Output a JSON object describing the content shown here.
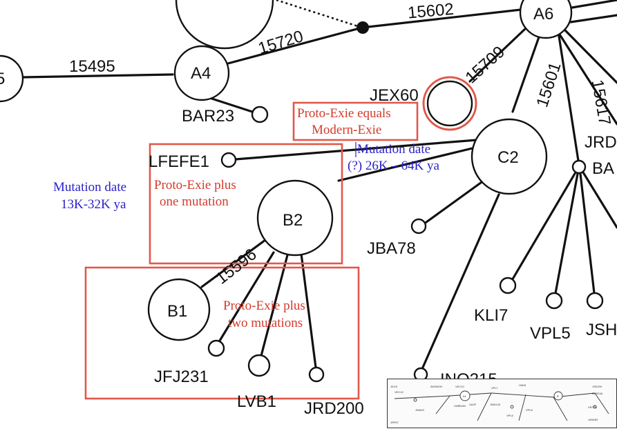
{
  "nodes": {
    "node_5": "5",
    "a4": "A4",
    "a6": "A6",
    "c2": "C2",
    "b2": "B2",
    "b1": "B1",
    "bar23": "BAR23",
    "jex60": "JEX60",
    "lfefe1": "LFEFE1",
    "jba78": "JBA78",
    "jrd": "JRD",
    "ba": "BA",
    "kli7": "KLI7",
    "vpl5": "VPL5",
    "jsh": "JSH",
    "ino215": "INO215",
    "jfj231": "JFJ231",
    "lvb1": "LVB1",
    "jrd200": "JRD200"
  },
  "edge_labels": {
    "e15602": "15602",
    "e15720": "15720",
    "e15495": "15495",
    "e15709": "15709",
    "e15601": "15601",
    "e15617": "15617",
    "e15596": "15596"
  },
  "annotations": {
    "proto_equals_line1": "Proto-Exie equals",
    "proto_equals_line2": "Modern-Exie",
    "mutation_date_right_line1": "Mutation date",
    "mutation_date_right_line2": "(?) 26K – 64K ya",
    "mutation_date_left_line1": "Mutation date",
    "mutation_date_left_line2": "13K-32K ya",
    "one_mutation_line1": "Proto-Exie plus",
    "one_mutation_line2": "one mutation",
    "two_mutations_line1": "Proto-Exie plus",
    "two_mutations_line2": "two mutations"
  },
  "colors": {
    "highlight_red": "#e0584a",
    "annotation_red": "#d33a2c",
    "annotation_blue": "#2b22c8"
  },
  "inset": {
    "labels": [
      "JKO3",
      "VEC10",
      "IMOMON",
      "VEC10",
      "LWBDAN",
      "VPL7",
      "VAN3",
      "JSE299",
      "BAR24A",
      "VEC26",
      "JAN063",
      "JRP67",
      "UAJP",
      "JWA126",
      "VPL6",
      "VPL8",
      "JWA33",
      "A1",
      "B"
    ]
  }
}
